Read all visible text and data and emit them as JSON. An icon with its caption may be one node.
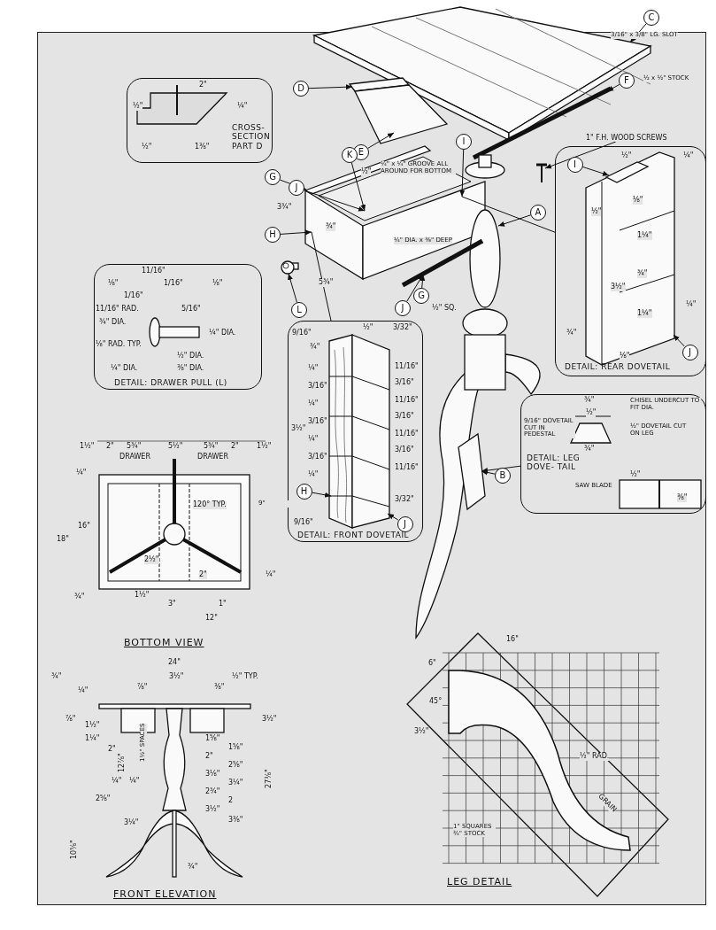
{
  "diagram": {
    "nodes": [
      {
        "text": [
          "C"
        ]
      },
      {
        "text": [
          "D"
        ]
      },
      {
        "text": [
          "E"
        ]
      },
      {
        "text": [
          "F"
        ]
      },
      {
        "text": [
          "G"
        ]
      },
      {
        "text": [
          "J"
        ]
      },
      {
        "text": [
          "K"
        ]
      },
      {
        "text": [
          "I"
        ]
      },
      {
        "text": [
          "H"
        ]
      },
      {
        "text": [
          "A"
        ]
      },
      {
        "text": [
          "L"
        ]
      },
      {
        "text": [
          "G"
        ]
      },
      {
        "text": [
          "J"
        ]
      },
      {
        "text": [
          "B"
        ]
      },
      {
        "text": [
          "1\" F.H. WOOD SCREWS"
        ]
      },
      {
        "text": [
          "CROSS-SECTION PART D"
        ]
      },
      {
        "text": [
          "DETAIL: DRAWER PULL (L)"
        ]
      },
      {
        "text": [
          "DETAIL: FRONT DOVETAIL"
        ]
      },
      {
        "text": [
          "H"
        ],
        "in": 17
      },
      {
        "text": [
          "J"
        ],
        "in": 17
      },
      {
        "text": [
          "DETAIL: REAR DOVETAIL"
        ]
      },
      {
        "text": [
          "I"
        ],
        "in": 20
      },
      {
        "text": [
          "J"
        ],
        "in": 20
      },
      {
        "text": [
          "DETAIL: LEG DOVE- TAIL"
        ]
      },
      {
        "text": [],
        "shape": "picture"
      },
      {
        "text": [],
        "shape": "picture"
      },
      {
        "text": [],
        "shape": "picture"
      },
      {
        "text": [],
        "shape": "picture"
      },
      {
        "text": [],
        "shape": "picture"
      },
      {
        "text": [],
        "shape": "picture"
      },
      {
        "text": [],
        "shape": "picture"
      },
      {
        "text": [],
        "shape": "picture"
      },
      {
        "text": [],
        "shape": "picture"
      },
      {
        "text": [],
        "shape": "picture"
      },
      {
        "text": [],
        "shape": "picture"
      },
      {
        "text": [],
        "shape": "picture"
      },
      {
        "text": [],
        "shape": "picture"
      },
      {
        "text": [],
        "shape": "picture",
        "in": 17
      },
      {
        "text": [],
        "shape": "picture",
        "in": 17
      },
      {
        "text": [],
        "shape": "picture",
        "in": 20
      },
      {
        "text": [],
        "shape": "picture",
        "in": 39
      }
    ],
    "edges": [
      {
        "from": 0,
        "to": 24,
        "arrow": "to"
      },
      {
        "from": 1,
        "to": 25,
        "arrow": "to"
      },
      {
        "from": 2,
        "to": 26,
        "arrow": "to"
      },
      {
        "from": 3,
        "to": 27,
        "arrow": "to"
      },
      {
        "from": 4,
        "to": 29,
        "arrow": "to"
      },
      {
        "from": 5,
        "to": 30,
        "arrow": "to"
      },
      {
        "from": 6,
        "to": 30,
        "arrow": "to"
      },
      {
        "from": 7,
        "to": 31,
        "arrow": "to"
      },
      {
        "from": 8,
        "to": 28,
        "arrow": "to"
      },
      {
        "from": 9,
        "to": 32,
        "arrow": "to"
      },
      {
        "from": 10,
        "to": 33,
        "arrow": "to"
      },
      {
        "from": 11,
        "to": 34,
        "arrow": "to"
      },
      {
        "from": 12,
        "to": 34,
        "arrow": "to"
      },
      {
        "from": 13,
        "to": 35,
        "arrow": "to"
      },
      {
        "from": 14,
        "to": 36,
        "arrow": "to"
      },
      {
        "from": 18,
        "to": 37,
        "arrow": "to"
      },
      {
        "from": 19,
        "to": 38,
        "arrow": "to"
      },
      {
        "from": 21,
        "to": 40,
        "arrow": "to"
      },
      {
        "from": 22,
        "to": 39,
        "arrow": "to"
      },
      {
        "from": 17,
        "to": 28,
        "arrow": "none"
      },
      {
        "from": 20,
        "to": 31,
        "arrow": "none"
      },
      {
        "from": 23,
        "to": 35,
        "arrow": "to"
      }
    ],
    "labels": [
      "3/16\" x 3/8\" LG. SLOT",
      "½ x ½\" STOCK",
      "¼\" x ¼\" GROOVE ALL AROUND FOR BOTTOM",
      "¼\" DIA. x ⅜\" DEEP",
      "3¾\"",
      "¾\"",
      "½\"",
      "5¾\"",
      "½\" SQ.",
      "2\"",
      "½\"",
      "¼\"",
      "½\"",
      "1⅜\"",
      "11/16\"",
      "⅛\"",
      "1/16\"",
      "⅛\"",
      "1/16\"",
      "11/16\" RAD.",
      "5/16\"",
      "¾\" DIA.",
      "¼\" DIA.",
      "⅛\" RAD. TYP.",
      "½\" DIA.",
      "¼\" DIA.",
      "⅜\" DIA.",
      "9/16\"",
      "¾\"",
      "½\"",
      "3/32\"",
      "3½\"",
      "¼\"",
      "3/16\"",
      "¼\"",
      "3/16\"",
      "¼\"",
      "3/16\"",
      "¼\"",
      "9/16\"",
      "11/16\"",
      "3/16\"",
      "11/16\"",
      "3/16\"",
      "11/16\"",
      "3/16\"",
      "11/16\"",
      "3/32\"",
      "½\"",
      "¼\"",
      "⅛\"",
      "½\"",
      "1¼\"",
      "¾\"",
      "3½\"",
      "1¼\"",
      "¼\"",
      "¾\"",
      "⅛\"",
      "¾\"",
      "½\"",
      "CHISEL UNDERCUT TO FIT DIA.",
      "9/16\" DOVETAIL CUT IN PEDESTAL",
      "½\" DOVETAIL CUT ON LEG",
      "¾\"",
      "½\"",
      "SAW BLADE",
      "⅜\"",
      "1½\"",
      "2\"",
      "5¾\"",
      "DRAWER",
      "5½\"",
      "5¾\"",
      "DRAWER",
      "2\"",
      "1½\"",
      "¼\"",
      "18\"",
      "16\"",
      "120° TYP.",
      "9\"",
      "2½\"",
      "2\"",
      "¼\"",
      "¾\"",
      "1½\"",
      "3\"",
      "1\"",
      "12\"",
      "BOTTOM VIEW",
      "24\"",
      "¾\"",
      "3½\"",
      "½\" TYP.",
      "¼\"",
      "⅞\"",
      "⅜\"",
      "⅞\"",
      "1½\"",
      "1¼\"",
      "2\"",
      "12⅞\"",
      "1½\" SPACES",
      "1⅝\"",
      "1⅝\"",
      "2\"",
      "2⅝\"",
      "3⅛\"",
      "3¼\"",
      "2¾\"",
      "2",
      "3½\"",
      "3⅜\"",
      "¼\"",
      "¼\"",
      "2⅝\"",
      "3¼\"",
      "10⅝\"",
      "27⅜\"",
      "3½\"",
      "¾\"",
      "FRONT ELEVATION",
      "16\"",
      "6\"",
      "45°",
      "3½\"",
      "½\" RAD.",
      "GRAIN",
      "1\" SQUARES ¾\" STOCK",
      "LEG DETAIL"
    ]
  }
}
